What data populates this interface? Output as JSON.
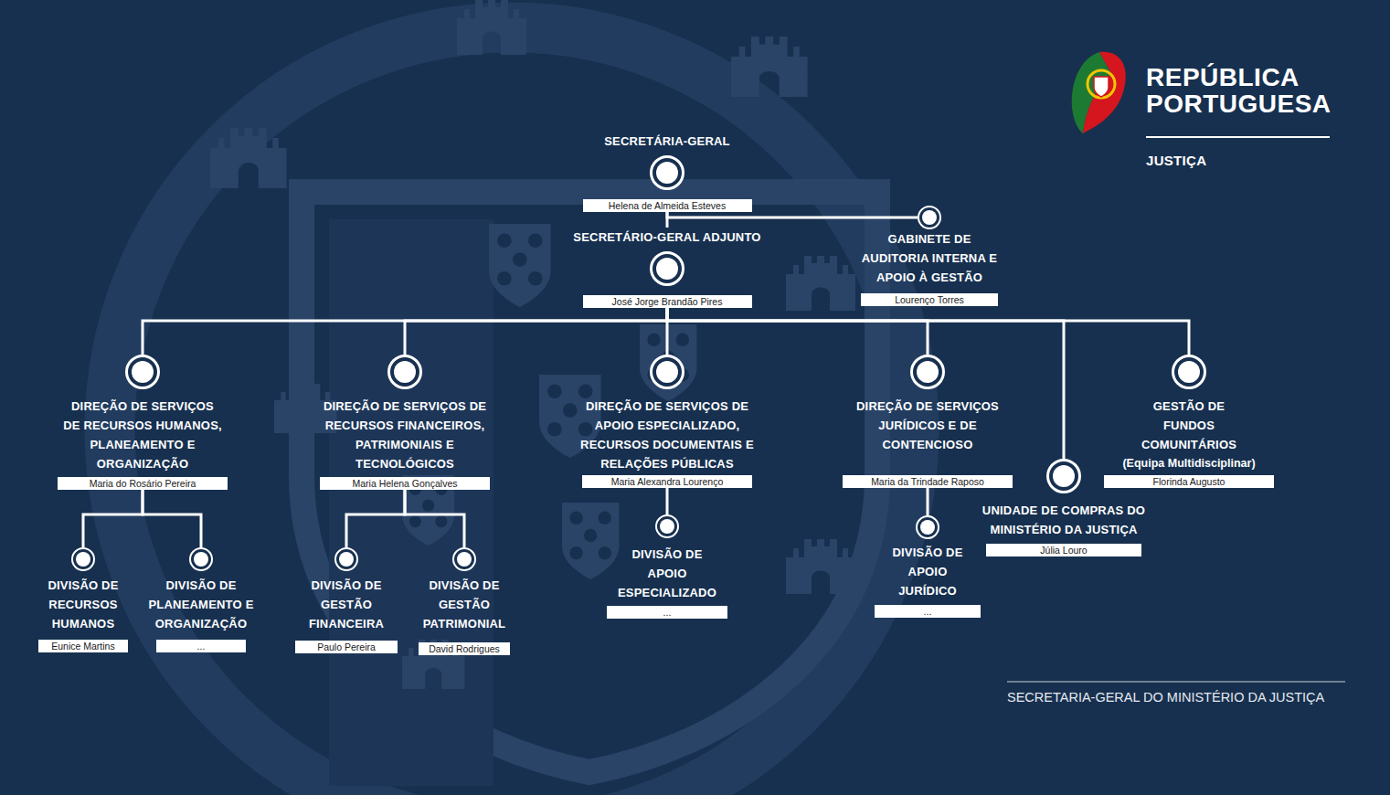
{
  "diagram": {
    "nodes": [
      {
        "text": [
          "SECRETÁRIA-GERAL",
          "Helena de Almeida Esteves"
        ]
      },
      {
        "text": [
          "SECRETÁRIO-GERAL ADJUNTO",
          "José Jorge Brandão Pires"
        ]
      },
      {
        "text": [
          "GABINETE DE AUDITORIA INTERNA E APOIO À GESTÃO",
          "Lourenço Torres"
        ]
      },
      {
        "text": [
          "DIREÇÃO DE SERVIÇOS DE RECURSOS HUMANOS, PLANEAMENTO E ORGANIZAÇÃO",
          "Maria do Rosário Pereira"
        ]
      },
      {
        "text": [
          "DIREÇÃO DE SERVIÇOS DE RECURSOS FINANCEIROS, PATRIMONIAIS E TECNOLÓGICOS",
          "Maria Helena Gonçalves"
        ]
      },
      {
        "text": [
          "DIREÇÃO DE SERVIÇOS DE APOIO ESPECIALIZADO, RECURSOS DOCUMENTAIS E RELAÇÕES PÚBLICAS",
          "Maria Alexandra Lourenço"
        ]
      },
      {
        "text": [
          "DIREÇÃO DE SERVIÇOS JURÍDICOS E DE CONTENCIOSO",
          "Maria da Trindade Raposo"
        ]
      },
      {
        "text": [
          "UNIDADE DE COMPRAS DO MINISTÉRIO DA JUSTIÇA",
          "Júlia Louro"
        ]
      },
      {
        "text": [
          "GESTÃO DE FUNDOS COMUNITÁRIOS",
          "(Equipa Multidisciplinar)",
          "Florinda Augusto"
        ]
      },
      {
        "text": [
          "DIVISÃO DE RECURSOS HUMANOS",
          "Eunice Martins"
        ]
      },
      {
        "text": [
          "DIVISÃO DE PLANEAMENTO E ORGANIZAÇÃO",
          "..."
        ]
      },
      {
        "text": [
          "DIVISÃO DE GESTÃO FINANCEIRA",
          "Paulo Pereira"
        ]
      },
      {
        "text": [
          "DIVISÃO DE GESTÃO PATRIMONIAL",
          "David Rodrigues"
        ]
      },
      {
        "text": [
          "DIVISÃO DE APOIO ESPECIALIZADO",
          "..."
        ]
      },
      {
        "text": [
          "DIVISÃO DE APOIO JURÍDICO",
          "..."
        ]
      }
    ],
    "edges": [
      {
        "from": 0,
        "to": 1,
        "arrow": "none"
      },
      {
        "from": 0,
        "to": 2,
        "arrow": "none"
      },
      {
        "from": 1,
        "to": 3,
        "arrow": "none"
      },
      {
        "from": 1,
        "to": 4,
        "arrow": "none"
      },
      {
        "from": 1,
        "to": 5,
        "arrow": "none"
      },
      {
        "from": 1,
        "to": 6,
        "arrow": "none"
      },
      {
        "from": 1,
        "to": 7,
        "arrow": "none"
      },
      {
        "from": 1,
        "to": 8,
        "arrow": "none"
      },
      {
        "from": 3,
        "to": 9,
        "arrow": "none"
      },
      {
        "from": 3,
        "to": 10,
        "arrow": "none"
      },
      {
        "from": 4,
        "to": 11,
        "arrow": "none"
      },
      {
        "from": 4,
        "to": 12,
        "arrow": "none"
      },
      {
        "from": 5,
        "to": 13,
        "arrow": "none"
      },
      {
        "from": 6,
        "to": 14,
        "arrow": "none"
      }
    ],
    "labels": [
      "REPÚBLICA PORTUGUESA",
      "JUSTIÇA",
      "SECRETARIA-GERAL DO MINISTÉRIO DA JUSTIÇA"
    ]
  }
}
